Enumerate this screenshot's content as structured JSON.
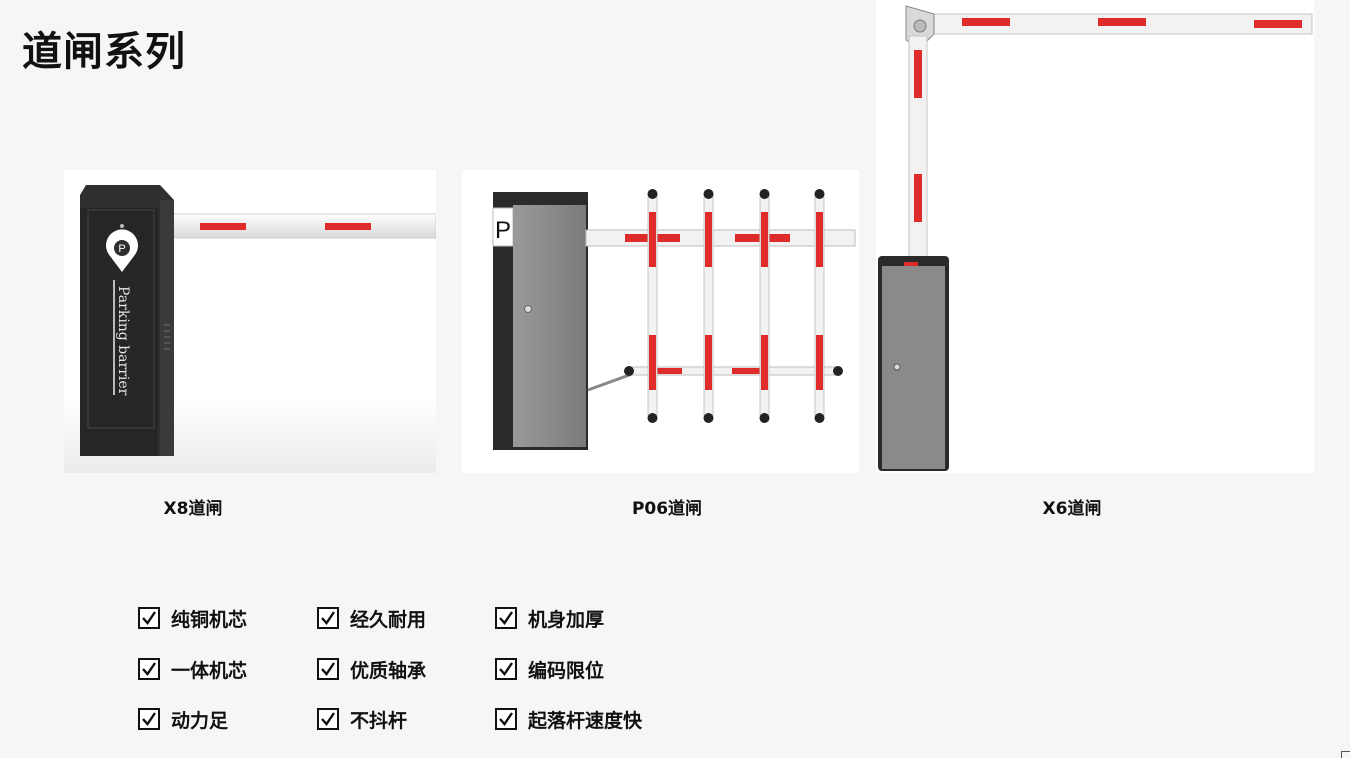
{
  "page": {
    "title": "道闸系列"
  },
  "products": [
    {
      "caption": "X8道闸",
      "box_label": "Parking barrier",
      "logo_letter": "P"
    },
    {
      "caption": "P06道闸",
      "box_label": "P"
    },
    {
      "caption": "X6道闸"
    }
  ],
  "features": {
    "col1": [
      "纯铜机芯",
      "一体机芯",
      "动力足"
    ],
    "col2": [
      "经久耐用",
      "优质轴承",
      "不抖杆"
    ],
    "col3": [
      "机身加厚",
      "编码限位",
      "起落杆速度快"
    ]
  },
  "colors": {
    "background": "#f6f6f6",
    "stripe_red": "#e02b2b",
    "boom_white": "#f2f2f2",
    "cabinet_dark": "#2f2f2f",
    "cabinet_gray": "#8f8f8f"
  },
  "icons": [
    "checkbox-checked-icon",
    "parking-pin-icon",
    "door-lock-icon"
  ]
}
